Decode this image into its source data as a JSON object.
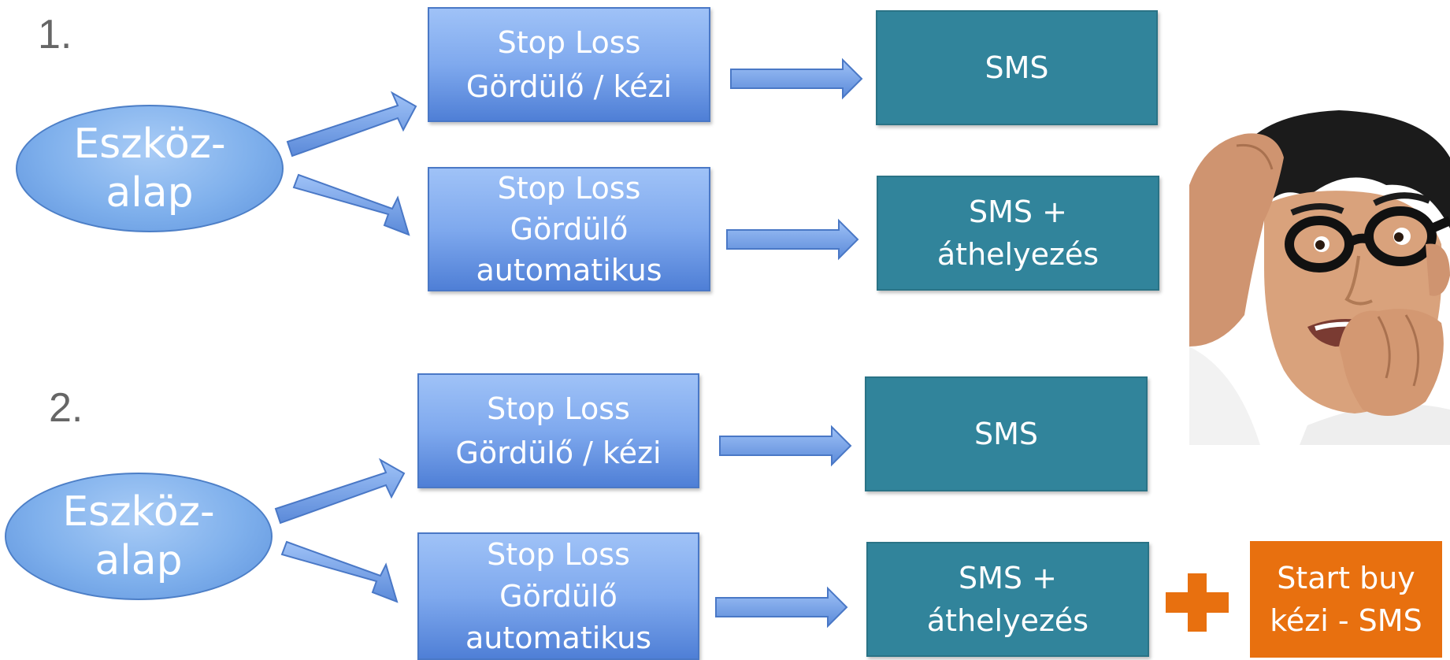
{
  "sections": [
    {
      "number": "1.",
      "source": [
        "Eszköz-",
        "alap"
      ],
      "rows": [
        {
          "strategy": [
            "Stop Loss",
            "Gördülő / kézi"
          ],
          "result": [
            "SMS"
          ]
        },
        {
          "strategy": [
            "Stop Loss",
            "Gördülő",
            "automatikus"
          ],
          "result": [
            "SMS +",
            "áthelyezés"
          ]
        }
      ]
    },
    {
      "number": "2.",
      "source": [
        "Eszköz-",
        "alap"
      ],
      "rows": [
        {
          "strategy": [
            "Stop Loss",
            "Gördülő / kézi"
          ],
          "result": [
            "SMS"
          ]
        },
        {
          "strategy": [
            "Stop Loss",
            "Gördülő",
            "automatikus"
          ],
          "result": [
            "SMS +",
            "áthelyezés"
          ]
        }
      ]
    }
  ],
  "extra": {
    "lines": [
      "Start buy",
      "kézi - SMS"
    ]
  },
  "colors": {
    "arrow_fill": "#7fa9ee",
    "teal": "#31849b",
    "orange": "#e8700f",
    "plus": "#e8700f"
  },
  "photo": {
    "icon": "worried-man-photo"
  }
}
